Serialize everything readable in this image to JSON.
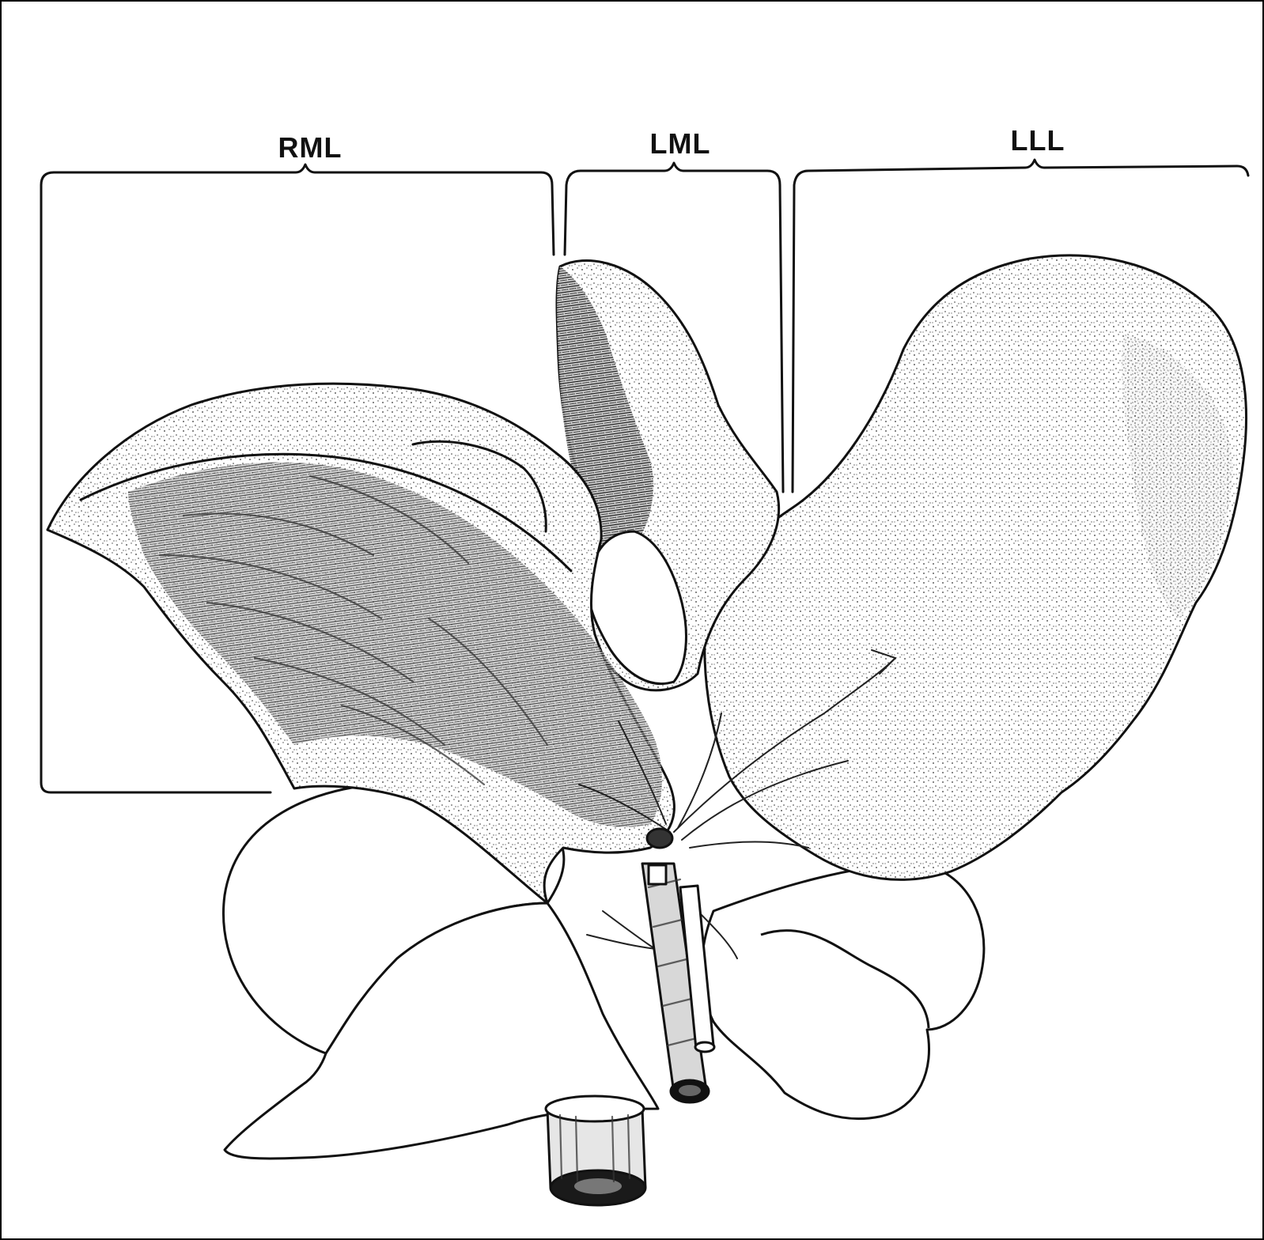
{
  "labels": {
    "rml": "RML",
    "lml": "LML",
    "lll": "LLL"
  },
  "colors": {
    "ink": "#111111",
    "paper": "#ffffff",
    "stipple_light": "#d9d9d9",
    "stipple_dark": "#a8a8a8"
  }
}
